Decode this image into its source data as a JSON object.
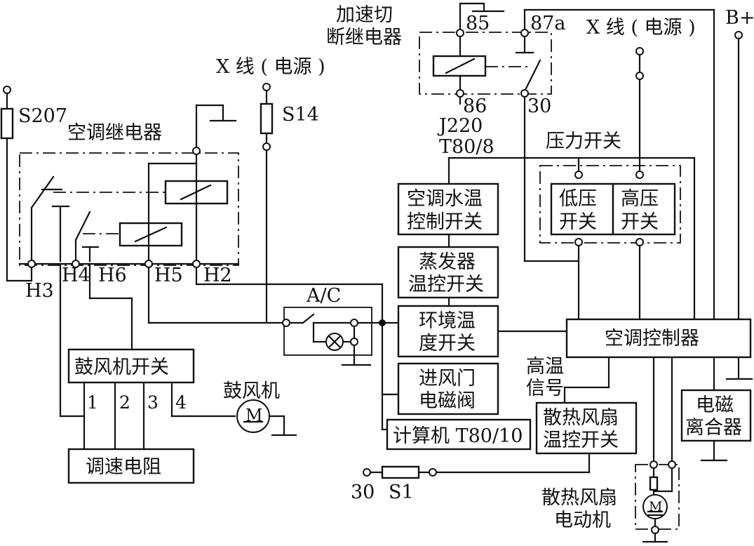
{
  "title": "",
  "power_labels": {
    "x_line_left": "X 线 ( 电源 )",
    "x_line_right": "X 线 ( 电源 )",
    "b_plus": "B+"
  },
  "fuses": {
    "s207": "S207",
    "s14": "S14",
    "s1": "S1"
  },
  "relays": {
    "ac_relay": "空调继电器",
    "cutoff_relay_line1": "加速切",
    "cutoff_relay_line2": "断继电器",
    "pin_85": "85",
    "pin_87a": "87a",
    "pin_86": "86",
    "pin_30": "30",
    "j220": "J220",
    "t80_8": "T80/8"
  },
  "terminals": {
    "h3": "H3",
    "h4": "H4",
    "h6": "H6",
    "h5": "H5",
    "h2": "H2",
    "t30": "30"
  },
  "switches": {
    "ac": "A/C",
    "pressure_switch": "压力开关",
    "low_pressure_l1": "低压",
    "low_pressure_l2": "开关",
    "high_pressure_l1": "高压",
    "high_pressure_l2": "开关"
  },
  "boxes": {
    "water_temp_l1": "空调水温",
    "water_temp_l2": "控制开关",
    "evap_l1": "蒸发器",
    "evap_l2": "温控开关",
    "ambient_l1": "环境温",
    "ambient_l2": "度开关",
    "intake_l1": "进风门",
    "intake_l2": "电磁阀",
    "computer": "计算机 T80/10",
    "ac_controller": "空调控制器",
    "blower_switch": "鼓风机开关",
    "speed_resistor": "调速电阻",
    "fan_temp_l1": "散热风扇",
    "fan_temp_l2": "温控开关",
    "clutch_l1": "电磁",
    "clutch_l2": "离合器"
  },
  "blower_switch_positions": [
    "1",
    "2",
    "3",
    "4"
  ],
  "motors": {
    "blower": "鼓风机",
    "blower_symbol": "M",
    "fan_motor_l1": "散热风扇",
    "fan_motor_l2": "电动机",
    "fan_symbol": "M"
  },
  "signals": {
    "high_temp_l1": "高温",
    "high_temp_l2": "信号"
  }
}
